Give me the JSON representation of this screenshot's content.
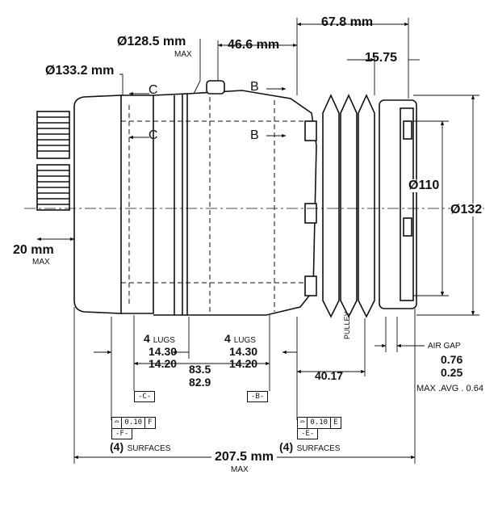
{
  "dims": {
    "dia_128": "Ø128.5 mm",
    "dia_128_note": "MAX",
    "dia_133": "Ø133.2 mm",
    "len_46": "46.6 mm",
    "len_67": "67.8 mm",
    "len_15": "15.75",
    "dia_110": "Ø110",
    "dia_132": "Ø132",
    "len_20": "20 mm",
    "len_20_note": "MAX",
    "overall": "207.5 mm",
    "overall_note": "MAX",
    "len_40": "40.17",
    "len_83a": "83.5",
    "len_83b": "82.9",
    "airgap_title": "AIR  GAP",
    "airgap_max": "0.76",
    "airgap_min": "0.25",
    "airgap_avg": "MAX .AVG . 0.64",
    "pulley": "PULLEY"
  },
  "lugs": [
    {
      "count": "4",
      "word": "LUGS",
      "upper": "14.30",
      "lower": "14.20"
    },
    {
      "count": "4",
      "word": "LUGS",
      "upper": "14.30",
      "lower": "14.20"
    }
  ],
  "datums": {
    "c": "-C-",
    "b": "-B-",
    "f": "-F-",
    "e": "-E-"
  },
  "section": {
    "c1": "C",
    "c2": "C",
    "b1": "B",
    "b2": "B"
  },
  "tolerance": [
    {
      "value": "0.10",
      "datum": "F",
      "count": "(4)",
      "word": "SURFACES"
    },
    {
      "value": "0.10",
      "datum": "E",
      "count": "(4)",
      "word": "SURFACES"
    }
  ]
}
